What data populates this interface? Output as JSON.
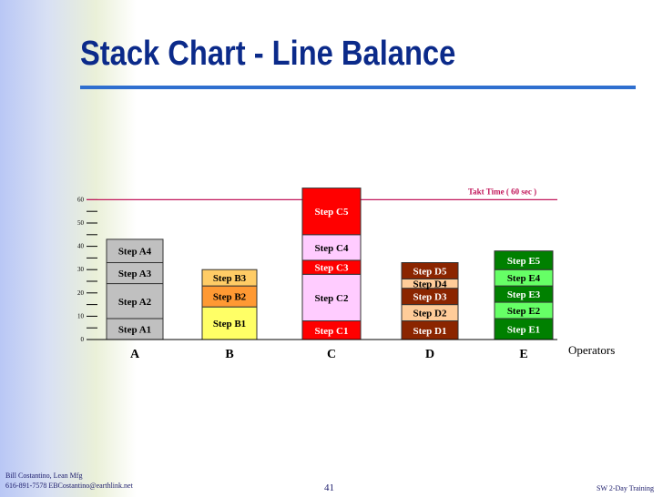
{
  "slide": {
    "title": "Stack Chart - Line Balance",
    "footer_name": "Bill Costantino, Lean Mfg",
    "footer_contact": "616-891-7578    EBCostantino@earthlink.net",
    "page_number": "41",
    "footer_right": "SW 2-Day Training"
  },
  "chart_data": {
    "type": "bar",
    "stacked": true,
    "title": "Stack Chart - Line Balance",
    "xlabel": "Operators",
    "ylabel": "",
    "ylim": [
      0,
      60
    ],
    "yticks": [
      "0",
      "10",
      "20",
      "30",
      "40",
      "50",
      "60"
    ],
    "categories": [
      "A",
      "B",
      "C",
      "D",
      "E"
    ],
    "takt": {
      "label": "Takt Time ( 60 sec )",
      "value": 60,
      "color": "#c2185b"
    },
    "stacks": [
      {
        "category": "A",
        "segments": [
          {
            "name": "Step A1",
            "value": 9,
            "color": "#c0c0c0",
            "text_color": "#000000"
          },
          {
            "name": "Step A2",
            "value": 15,
            "color": "#c0c0c0",
            "text_color": "#000000"
          },
          {
            "name": "Step A3",
            "value": 9,
            "color": "#c0c0c0",
            "text_color": "#000000"
          },
          {
            "name": "Step A4",
            "value": 10,
            "color": "#c0c0c0",
            "text_color": "#000000"
          }
        ]
      },
      {
        "category": "B",
        "segments": [
          {
            "name": "Step B1",
            "value": 14,
            "color": "#ffff66",
            "text_color": "#000000"
          },
          {
            "name": "Step B2",
            "value": 9,
            "color": "#ff9933",
            "text_color": "#000000"
          },
          {
            "name": "Step B3",
            "value": 7,
            "color": "#ffcc66",
            "text_color": "#000000"
          }
        ]
      },
      {
        "category": "C",
        "segments": [
          {
            "name": "Step C1",
            "value": 8,
            "color": "#ff0000",
            "text_color": "#ffffff"
          },
          {
            "name": "Step C2",
            "value": 20,
            "color": "#ffccff",
            "text_color": "#000000"
          },
          {
            "name": "Step C3",
            "value": 6,
            "color": "#ff0000",
            "text_color": "#ffffff"
          },
          {
            "name": "Step C4",
            "value": 11,
            "color": "#ffccff",
            "text_color": "#000000"
          },
          {
            "name": "Step C5",
            "value": 20,
            "color": "#ff0000",
            "text_color": "#ffffff"
          }
        ]
      },
      {
        "category": "D",
        "segments": [
          {
            "name": "Step D1",
            "value": 8,
            "color": "#8b2500",
            "text_color": "#ffffff"
          },
          {
            "name": "Step D2",
            "value": 7,
            "color": "#ffcc99",
            "text_color": "#000000"
          },
          {
            "name": "Step D3",
            "value": 7,
            "color": "#8b2500",
            "text_color": "#ffffff"
          },
          {
            "name": "Step D4",
            "value": 4,
            "color": "#ffcc99",
            "text_color": "#000000"
          },
          {
            "name": "Step D5",
            "value": 7,
            "color": "#8b2500",
            "text_color": "#ffffff"
          }
        ]
      },
      {
        "category": "E",
        "segments": [
          {
            "name": "Step E1",
            "value": 9,
            "color": "#008000",
            "text_color": "#ffffff"
          },
          {
            "name": "Step E2",
            "value": 7,
            "color": "#66ff66",
            "text_color": "#000000"
          },
          {
            "name": "Step E3",
            "value": 7,
            "color": "#008000",
            "text_color": "#ffffff"
          },
          {
            "name": "Step E4",
            "value": 7,
            "color": "#66ff66",
            "text_color": "#000000"
          },
          {
            "name": "Step E5",
            "value": 8,
            "color": "#008000",
            "text_color": "#ffffff"
          }
        ]
      }
    ]
  }
}
